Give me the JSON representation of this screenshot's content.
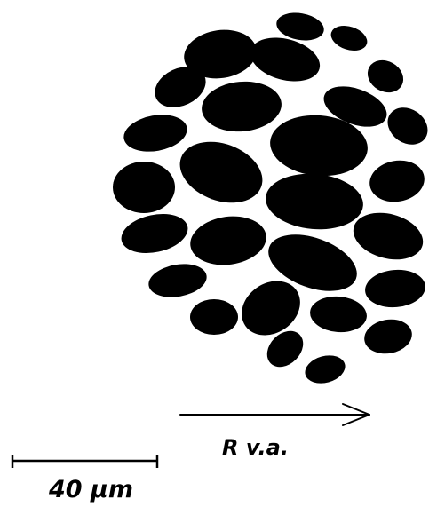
{
  "direction_label": "R v.a.",
  "scale_bar": {
    "value": 40,
    "unit": "µm",
    "label": "40 µm"
  },
  "colors": {
    "blob": "#000000",
    "background": "#ffffff",
    "line": "#000000"
  },
  "icons": {
    "direction_arrow": "right-arrow-icon",
    "scale_bar": "scale-bar-icon"
  }
}
